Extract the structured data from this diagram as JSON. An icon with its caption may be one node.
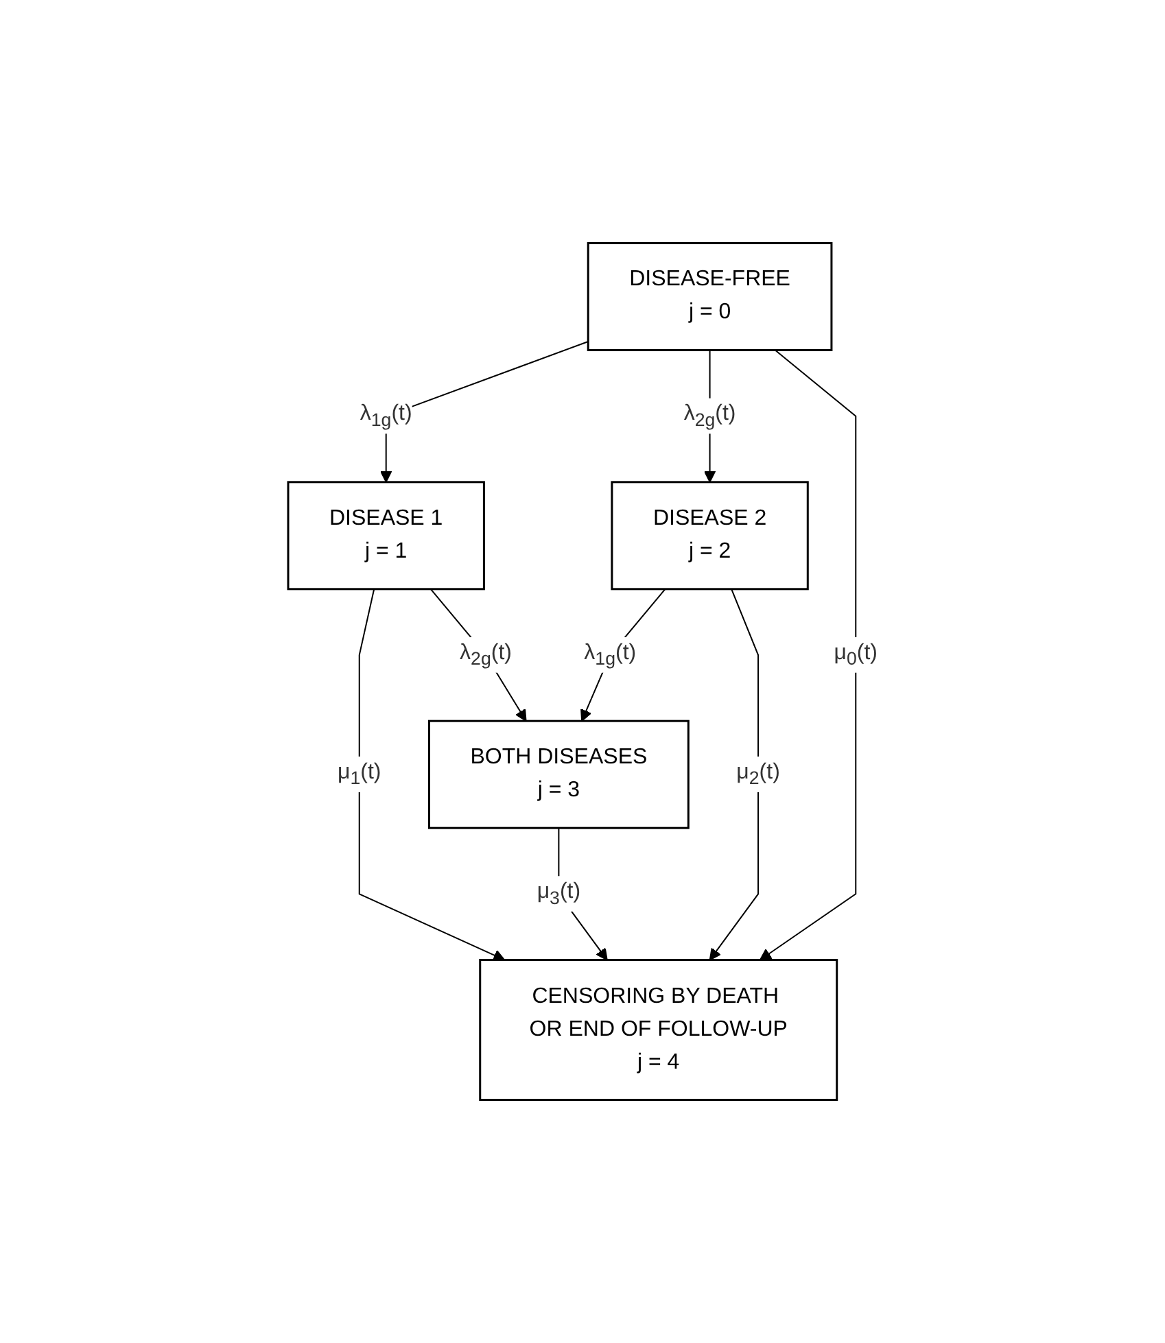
{
  "diagram": {
    "nodes": [
      {
        "text": [
          "DISEASE-FREE",
          "j = 0"
        ]
      },
      {
        "text": [
          "DISEASE 1",
          "j = 1"
        ]
      },
      {
        "text": [
          "DISEASE 2",
          "j = 2"
        ]
      },
      {
        "text": [
          "BOTH DISEASES",
          "j = 3"
        ]
      },
      {
        "text": [
          "CENSORING BY DEATH OR END OF FOLLOW-UP",
          "j = 4"
        ]
      }
    ],
    "edges": [
      {
        "from": 0,
        "to": 1,
        "arrow": "to",
        "label": "λ$_{1g}$(t)"
      },
      {
        "from": 0,
        "to": 2,
        "arrow": "to",
        "label": "λ$_{2g}$(t)"
      },
      {
        "from": 1,
        "to": 3,
        "arrow": "to",
        "label": "λ$_{2g}$(t)"
      },
      {
        "from": 2,
        "to": 3,
        "arrow": "to",
        "label": "λ$_{1g}$(t)"
      },
      {
        "from": 1,
        "to": 4,
        "arrow": "to",
        "label": "μ$_{1}$(t)"
      },
      {
        "from": 3,
        "to": 4,
        "arrow": "to",
        "label": "μ$_{3}$(t)"
      },
      {
        "from": 2,
        "to": 4,
        "arrow": "to",
        "label": "μ$_{2}$(t)"
      },
      {
        "from": 0,
        "to": 4,
        "arrow": "to",
        "label": "μ$_{0}$(t)"
      }
    ]
  }
}
